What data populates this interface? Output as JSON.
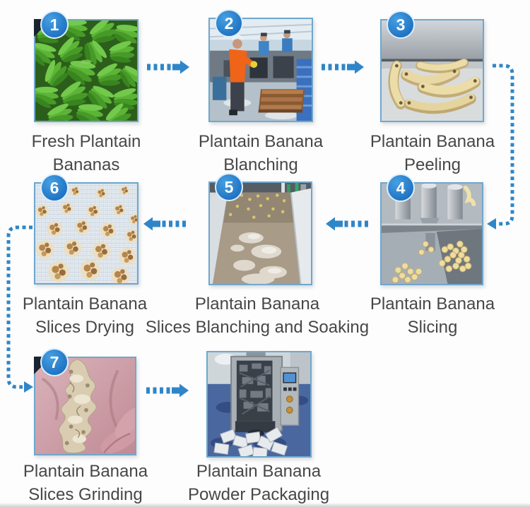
{
  "flow_diagram": {
    "steps": [
      {
        "number": "1",
        "caption_line1": "Fresh Plantain",
        "caption_line2": "Bananas",
        "image": "fresh-green-plantain-bunches"
      },
      {
        "number": "2",
        "caption_line1": "Plantain Banana",
        "caption_line2": "Blanching",
        "image": "factory-workers-blanching-line"
      },
      {
        "number": "3",
        "caption_line1": "Plantain Banana",
        "caption_line2": "Peeling",
        "image": "peeled-plantains-on-steel-table"
      },
      {
        "number": "4",
        "caption_line1": "Plantain Banana",
        "caption_line2": "Slicing",
        "image": "slicing-machine-with-slices"
      },
      {
        "number": "5",
        "caption_line1": "Plantain Banana",
        "caption_line2": "Slices Blanching and Soaking",
        "image": "blanching-soaking-tank"
      },
      {
        "number": "6",
        "caption_line1": "Plantain Banana",
        "caption_line2": "Slices Drying",
        "image": "slices-drying-on-mesh-trays"
      },
      {
        "number": "7",
        "caption_line1": "Plantain Banana",
        "caption_line2": "Slices Grinding",
        "image": "ground-paste-in-hand"
      },
      {
        "number": "",
        "caption_line1": "Plantain Banana",
        "caption_line2": "Powder Packaging",
        "image": "powder-packaging-machine"
      }
    ],
    "icons": {
      "dashed-arrow-right-icon": "blue dashed arrow pointing right",
      "dashed-arrow-left-icon": "blue dashed arrow pointing left",
      "flow-connector-down-icon": "blue dashed elbow connector"
    },
    "colors": {
      "arrow_blue": "#2e86c8",
      "badge_blue": "#2177c9",
      "image_border_blue": "#6fa7cd",
      "caption_gray": "#474747",
      "background": "#fdfdfd"
    }
  }
}
